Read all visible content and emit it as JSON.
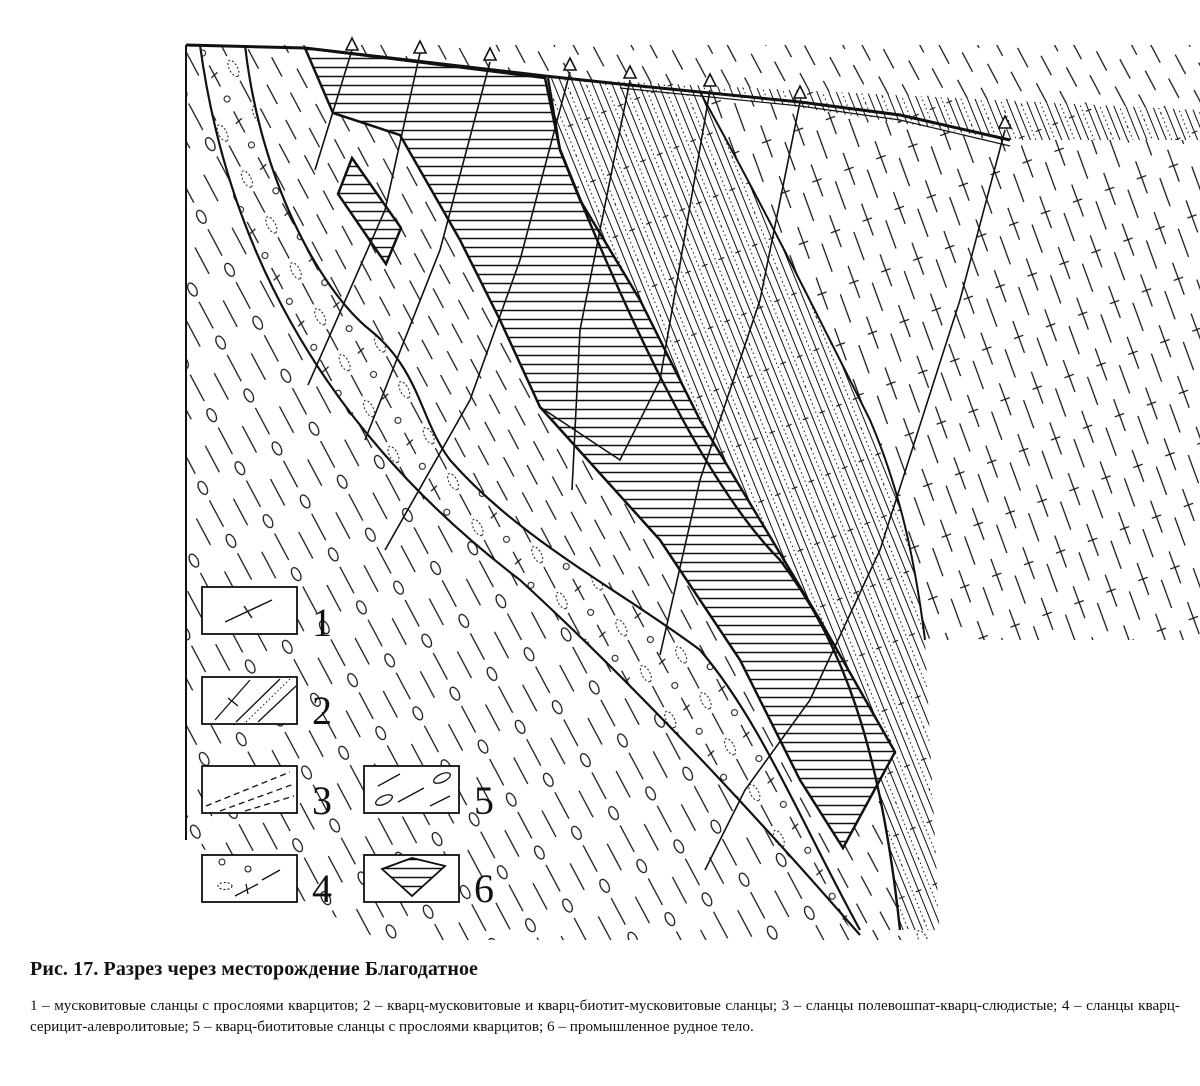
{
  "figure": {
    "title": "Рис. 17.  Разрез через месторождение Благодатное",
    "description": "1 – мусковитовые сланцы с прослоями кварцитов; 2 – кварц-мусковитовые и кварц-биотит-мусковитовые сланцы; 3 – сланцы полевошпат-кварц-слюдистые; 4 – сланцы кварц-серицит-алевролитовые; 5 – кварц-биотитовые сланцы с прослоями кварцитов; 6 – промышленное рудное тело."
  },
  "legend": [
    {
      "number": "1",
      "pattern": "muscovite-schist"
    },
    {
      "number": "2",
      "pattern": "quartz-muscovite-schist"
    },
    {
      "number": "3",
      "pattern": "feldspar-quartz-mica-schist"
    },
    {
      "number": "4",
      "pattern": "quartz-sericite-siltstone-schist"
    },
    {
      "number": "5",
      "pattern": "quartz-biotite-schist"
    },
    {
      "number": "6",
      "pattern": "ore-body"
    }
  ],
  "colors": {
    "ink": "#111111",
    "paper": "#ffffff"
  }
}
